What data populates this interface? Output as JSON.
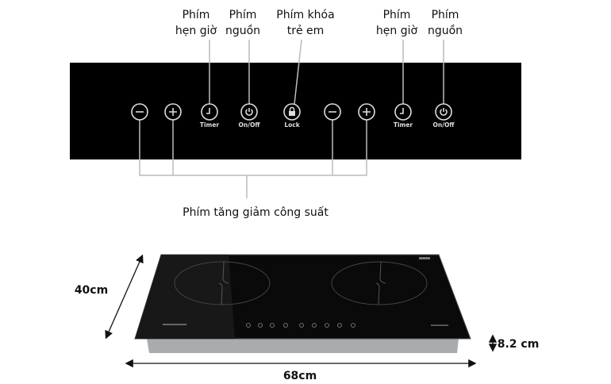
{
  "callouts": {
    "timer_left": [
      "Phím",
      "hẹn giờ"
    ],
    "power_left": [
      "Phím",
      "nguồn"
    ],
    "child_lock": [
      "Phím khóa",
      "trẻ em"
    ],
    "timer_right": [
      "Phím",
      "hẹn giờ"
    ],
    "power_right": [
      "Phím",
      "nguồn"
    ],
    "power_level": "Phím tăng giảm công suất"
  },
  "panel": {
    "keys": [
      {
        "icon": "minus-icon",
        "label": ""
      },
      {
        "icon": "plus-icon",
        "label": ""
      },
      {
        "icon": "timer-icon",
        "label": "Timer"
      },
      {
        "icon": "power-icon",
        "label": "On/Off"
      },
      {
        "icon": "lock-icon",
        "label": "Lock"
      },
      {
        "icon": "minus-icon",
        "label": ""
      },
      {
        "icon": "plus-icon",
        "label": ""
      },
      {
        "icon": "timer-icon",
        "label": "Timer"
      },
      {
        "icon": "power-icon",
        "label": "On/Off"
      }
    ]
  },
  "dimensions": {
    "depth": "40cm",
    "width": "68cm",
    "height": "8.2 cm"
  },
  "colors": {
    "panel": "#000000",
    "key_stroke": "#dddddd",
    "leader": "#bbbbbb"
  }
}
